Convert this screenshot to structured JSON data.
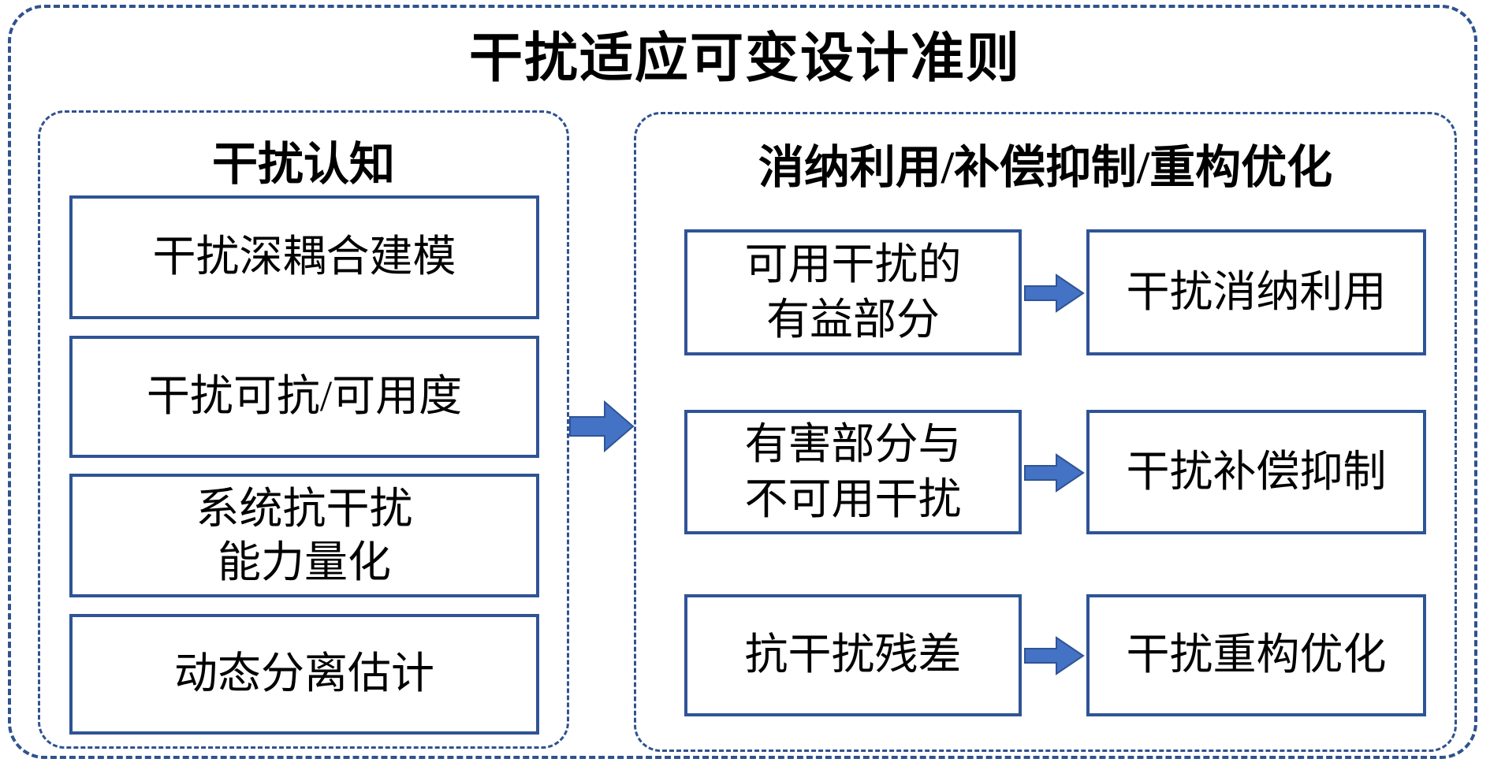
{
  "title": "干扰适应可变设计准则",
  "colors": {
    "dash_border": "#2f528f",
    "box_border": "#2f5496",
    "arrow_fill": "#4472c4",
    "text": "#000000",
    "background": "#ffffff"
  },
  "left_panel": {
    "title": "干扰认知",
    "boxes": [
      {
        "lines": [
          "干扰深耦合建模"
        ]
      },
      {
        "lines": [
          "干扰可抗/可用度"
        ]
      },
      {
        "lines": [
          "系统抗干扰",
          "能力量化"
        ]
      },
      {
        "lines": [
          "动态分离估计"
        ]
      }
    ]
  },
  "right_panel": {
    "title": "消纳利用/补偿抑制/重构优化",
    "rows": [
      {
        "source_lines": [
          "可用干扰的",
          "有益部分"
        ],
        "target": "干扰消纳利用"
      },
      {
        "source_lines": [
          "有害部分与",
          "不可用干扰"
        ],
        "target": "干扰补偿抑制"
      },
      {
        "source_lines": [
          "抗干扰残差"
        ],
        "target": "干扰重构优化"
      }
    ]
  }
}
